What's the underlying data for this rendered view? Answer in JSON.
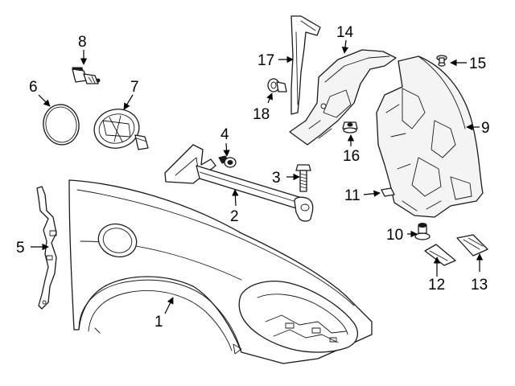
{
  "diagram": {
    "callouts": [
      {
        "id": "1",
        "label": "1"
      },
      {
        "id": "2",
        "label": "2"
      },
      {
        "id": "3",
        "label": "3"
      },
      {
        "id": "4",
        "label": "4"
      },
      {
        "id": "5",
        "label": "5"
      },
      {
        "id": "6",
        "label": "6"
      },
      {
        "id": "7",
        "label": "7"
      },
      {
        "id": "8",
        "label": "8"
      },
      {
        "id": "9",
        "label": "9"
      },
      {
        "id": "10",
        "label": "10"
      },
      {
        "id": "11",
        "label": "11"
      },
      {
        "id": "12",
        "label": "12"
      },
      {
        "id": "13",
        "label": "13"
      },
      {
        "id": "14",
        "label": "14"
      },
      {
        "id": "15",
        "label": "15"
      },
      {
        "id": "16",
        "label": "16"
      },
      {
        "id": "17",
        "label": "17"
      },
      {
        "id": "18",
        "label": "18"
      }
    ]
  },
  "colors": {
    "line": "#1a1a1a",
    "background": "#ffffff"
  }
}
